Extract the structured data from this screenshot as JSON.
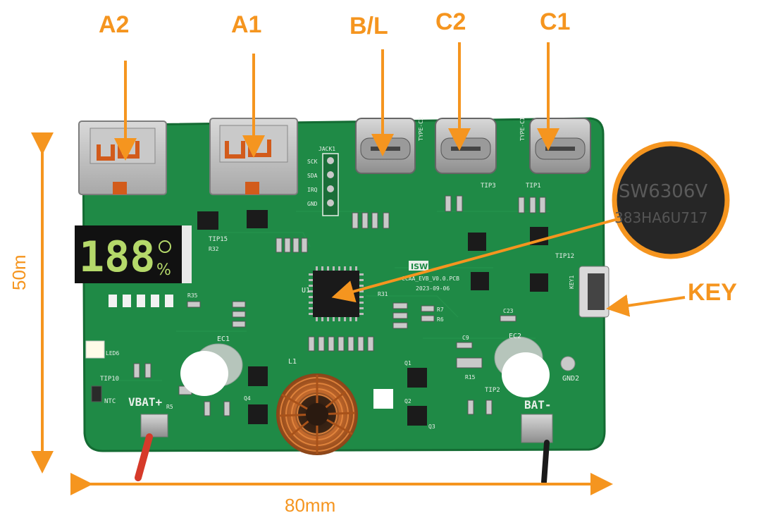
{
  "callouts": {
    "a2": "A2",
    "a1": "A1",
    "bl": "B/L",
    "c2": "C2",
    "c1": "C1",
    "key": "KEY"
  },
  "dimensions": {
    "width": "80mm",
    "height": "50m"
  },
  "display": {
    "digits": "188",
    "percent": "%"
  },
  "chip_zoom": {
    "line1": "SW6306V",
    "line2": "383HA6U717"
  },
  "silkscreen": {
    "vbat_plus": "VBAT+",
    "bat_minus": "BAT-",
    "board_name": "ISW",
    "board_rev": "CCAA_EVB_V0.0.PCB",
    "date": "2023-09-06",
    "u1": "U1",
    "l1": "L1",
    "ec1": "EC1",
    "ec2": "EC2",
    "gnd2": "GND2",
    "ntc": "NTC",
    "tip10": "TIP10",
    "tip2": "TIP2",
    "tip3": "TIP3",
    "tip1": "TIP1",
    "tip12": "TIP12",
    "tip15": "TIP15",
    "jack1": "JACK1",
    "sck": "SCK",
    "sda": "SDA",
    "irq": "IRQ",
    "gnd": "GND",
    "type_c2": "TYPE-C2",
    "type_c1": "TYPE-C1",
    "key1": "KEY1",
    "r5": "R5",
    "r15": "R15",
    "r32": "R32",
    "r35": "R35",
    "r31": "R31",
    "r7": "R7",
    "r6": "R6",
    "c23": "C23",
    "c9": "C9",
    "q1": "Q1",
    "q2": "Q2",
    "q3": "Q3",
    "q4": "Q4",
    "led6": "LED6"
  },
  "colors": {
    "accent": "#f5951f",
    "pcb": "#1f8a46",
    "pcb_dark": "#146b33"
  }
}
